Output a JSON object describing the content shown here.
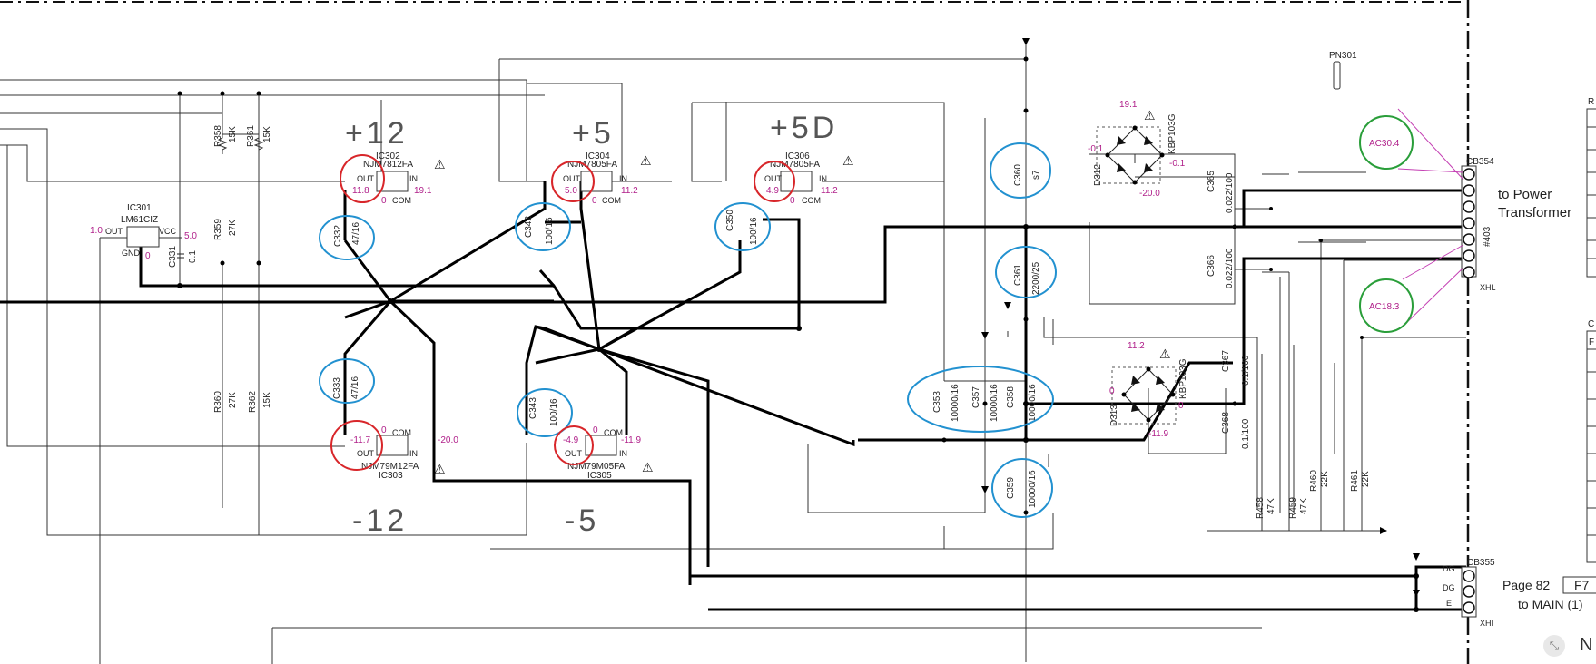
{
  "rails": {
    "p12": "+12",
    "p5": "+5",
    "p5d": "+5D",
    "m12": "-12",
    "m5": "-5"
  },
  "regulators": {
    "ic301": {
      "ref": "IC301",
      "part": "LM61CIZ",
      "pin_out": "OUT",
      "pin_vcc": "VCC",
      "pin_gnd": "GND",
      "v_out": "1.0",
      "v_vcc": "5.0",
      "v_gnd": "0"
    },
    "ic302": {
      "ref": "IC302",
      "part": "NJM7812FA",
      "pin_out": "OUT",
      "pin_in": "IN",
      "pin_com": "COM",
      "v_out": "11.8",
      "v_in": "19.1",
      "v_com": "0"
    },
    "ic304": {
      "ref": "IC304",
      "part": "NJM7805FA",
      "pin_out": "OUT",
      "pin_in": "IN",
      "pin_com": "COM",
      "v_out": "5.0",
      "v_in": "11.2",
      "v_com": "0"
    },
    "ic306": {
      "ref": "IC306",
      "part": "NJM7805FA",
      "pin_out": "OUT",
      "pin_in": "IN",
      "pin_com": "COM",
      "v_out": "4.9",
      "v_in": "11.2",
      "v_com": "0"
    },
    "ic303": {
      "ref": "IC303",
      "part": "NJM79M12FA",
      "pin_out": "OUT",
      "pin_in": "IN",
      "pin_com": "COM",
      "v_out": "-11.7",
      "v_in": "-20.0",
      "v_com": "0"
    },
    "ic305": {
      "ref": "IC305",
      "part": "NJM79M05FA",
      "pin_out": "OUT",
      "pin_in": "IN",
      "pin_com": "COM",
      "v_out": "-4.9",
      "v_in": "-11.9",
      "v_com": "0"
    }
  },
  "capacitors": {
    "c331": {
      "ref": "C331",
      "val": "0.1"
    },
    "c332": {
      "ref": "C332",
      "val": "47/16"
    },
    "c333": {
      "ref": "C333",
      "val": "47/16"
    },
    "c342": {
      "ref": "C342",
      "val": "100/16"
    },
    "c343": {
      "ref": "C343",
      "val": "100/16"
    },
    "c350": {
      "ref": "C350",
      "val": "100/16"
    },
    "c360": {
      "ref": "C360",
      "val": "s7"
    },
    "c361": {
      "ref": "C361",
      "val": "2200/25"
    },
    "c353": {
      "ref": "C353",
      "val": "10000/16"
    },
    "c357": {
      "ref": "C357",
      "val": "10000/16"
    },
    "c358": {
      "ref": "C358",
      "val": "10000/16"
    },
    "c359": {
      "ref": "C359",
      "val": "10000/16"
    },
    "c365": {
      "ref": "C365",
      "val": "0.022/100"
    },
    "c366": {
      "ref": "C366",
      "val": "0.022/100"
    },
    "c367": {
      "ref": "C367",
      "val": "0.1/100"
    },
    "c368": {
      "ref": "C368",
      "val": "0.1/100"
    }
  },
  "resistors": {
    "r358": {
      "ref": "R358",
      "val": "15K"
    },
    "r361": {
      "ref": "R361",
      "val": "15K"
    },
    "r359": {
      "ref": "R359",
      "val": "27K"
    },
    "r360": {
      "ref": "R360",
      "val": "27K"
    },
    "r362": {
      "ref": "R362",
      "val": "15K"
    },
    "r458": {
      "ref": "R458",
      "val": "47K"
    },
    "r459": {
      "ref": "R459",
      "val": "47K"
    },
    "r460": {
      "ref": "R460",
      "val": "22K"
    },
    "r461": {
      "ref": "R461",
      "val": "22K"
    }
  },
  "bridges": {
    "d312": {
      "ref": "D312",
      "part": "KBP103G",
      "v_top": "19.1",
      "v_left": "-0.1",
      "v_right": "-0.1",
      "v_bottom": "-20.0"
    },
    "d313": {
      "ref": "D313",
      "part": "KBP103G",
      "v_top": "11.2",
      "v_left": "0",
      "v_right": "0",
      "v_bottom": "-11.9"
    }
  },
  "connectors": {
    "pn301": "PN301",
    "cb354": "CB354",
    "cb354_type": "XHL",
    "cb354_mark": "#403",
    "cb355": "CB355",
    "cb355_type": "XHI",
    "dg1": "DG",
    "dg2": "DG",
    "e": "E"
  },
  "ac_labels": {
    "ac1": "AC30.4",
    "ac2": "AC18.3"
  },
  "side_text": {
    "to_power_1": "to Power",
    "to_power_2": "Transformer",
    "page": "Page 82",
    "page_ref": "F7",
    "to_main": "to MAIN (1)",
    "cut_n": "N",
    "cut_r": "R",
    "cut_c": "C",
    "cut_f": "F"
  },
  "colors": {
    "blue_marker": "#2291d0",
    "red_marker": "#d8262a",
    "green_marker": "#2a9e3a",
    "voltage_text": "#b0208a"
  }
}
